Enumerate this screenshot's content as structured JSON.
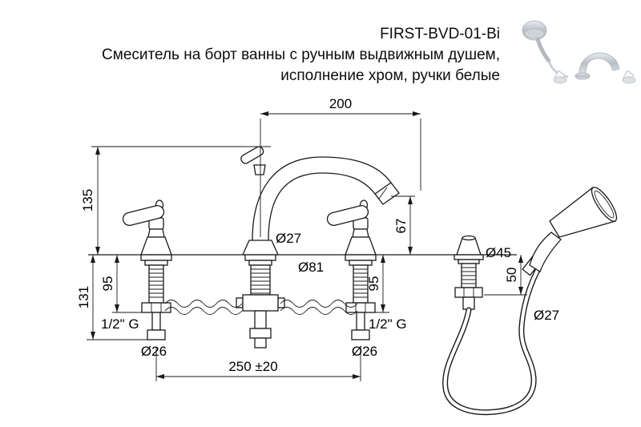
{
  "header": {
    "model": "FIRST-BVD-01-Bi",
    "line1": "Смеситель на борт ванны с ручным выдвижным душем,",
    "line2": "исполнение хром, ручки белые"
  },
  "dims": {
    "spout_reach": "200",
    "spout_height": "135",
    "outlet_drop": "67",
    "riser_dia": "Ø27",
    "base_dia": "Ø81",
    "holder_dia": "Ø45",
    "left_shank_len": "95",
    "left_total_len": "131",
    "right_shank_len": "95",
    "holder_shank_len": "50",
    "hose_dia": "Ø27",
    "left_thread": "1/2\" G",
    "right_thread": "1/2\" G",
    "left_shank_dia": "Ø26",
    "right_shank_dia": "Ø26",
    "centers_spacing": "250 ±20"
  },
  "colors": {
    "line": "#1a1a1a",
    "background": "#ffffff",
    "chrome_light": "#e8ebee",
    "chrome_mid": "#b9c0c7"
  }
}
